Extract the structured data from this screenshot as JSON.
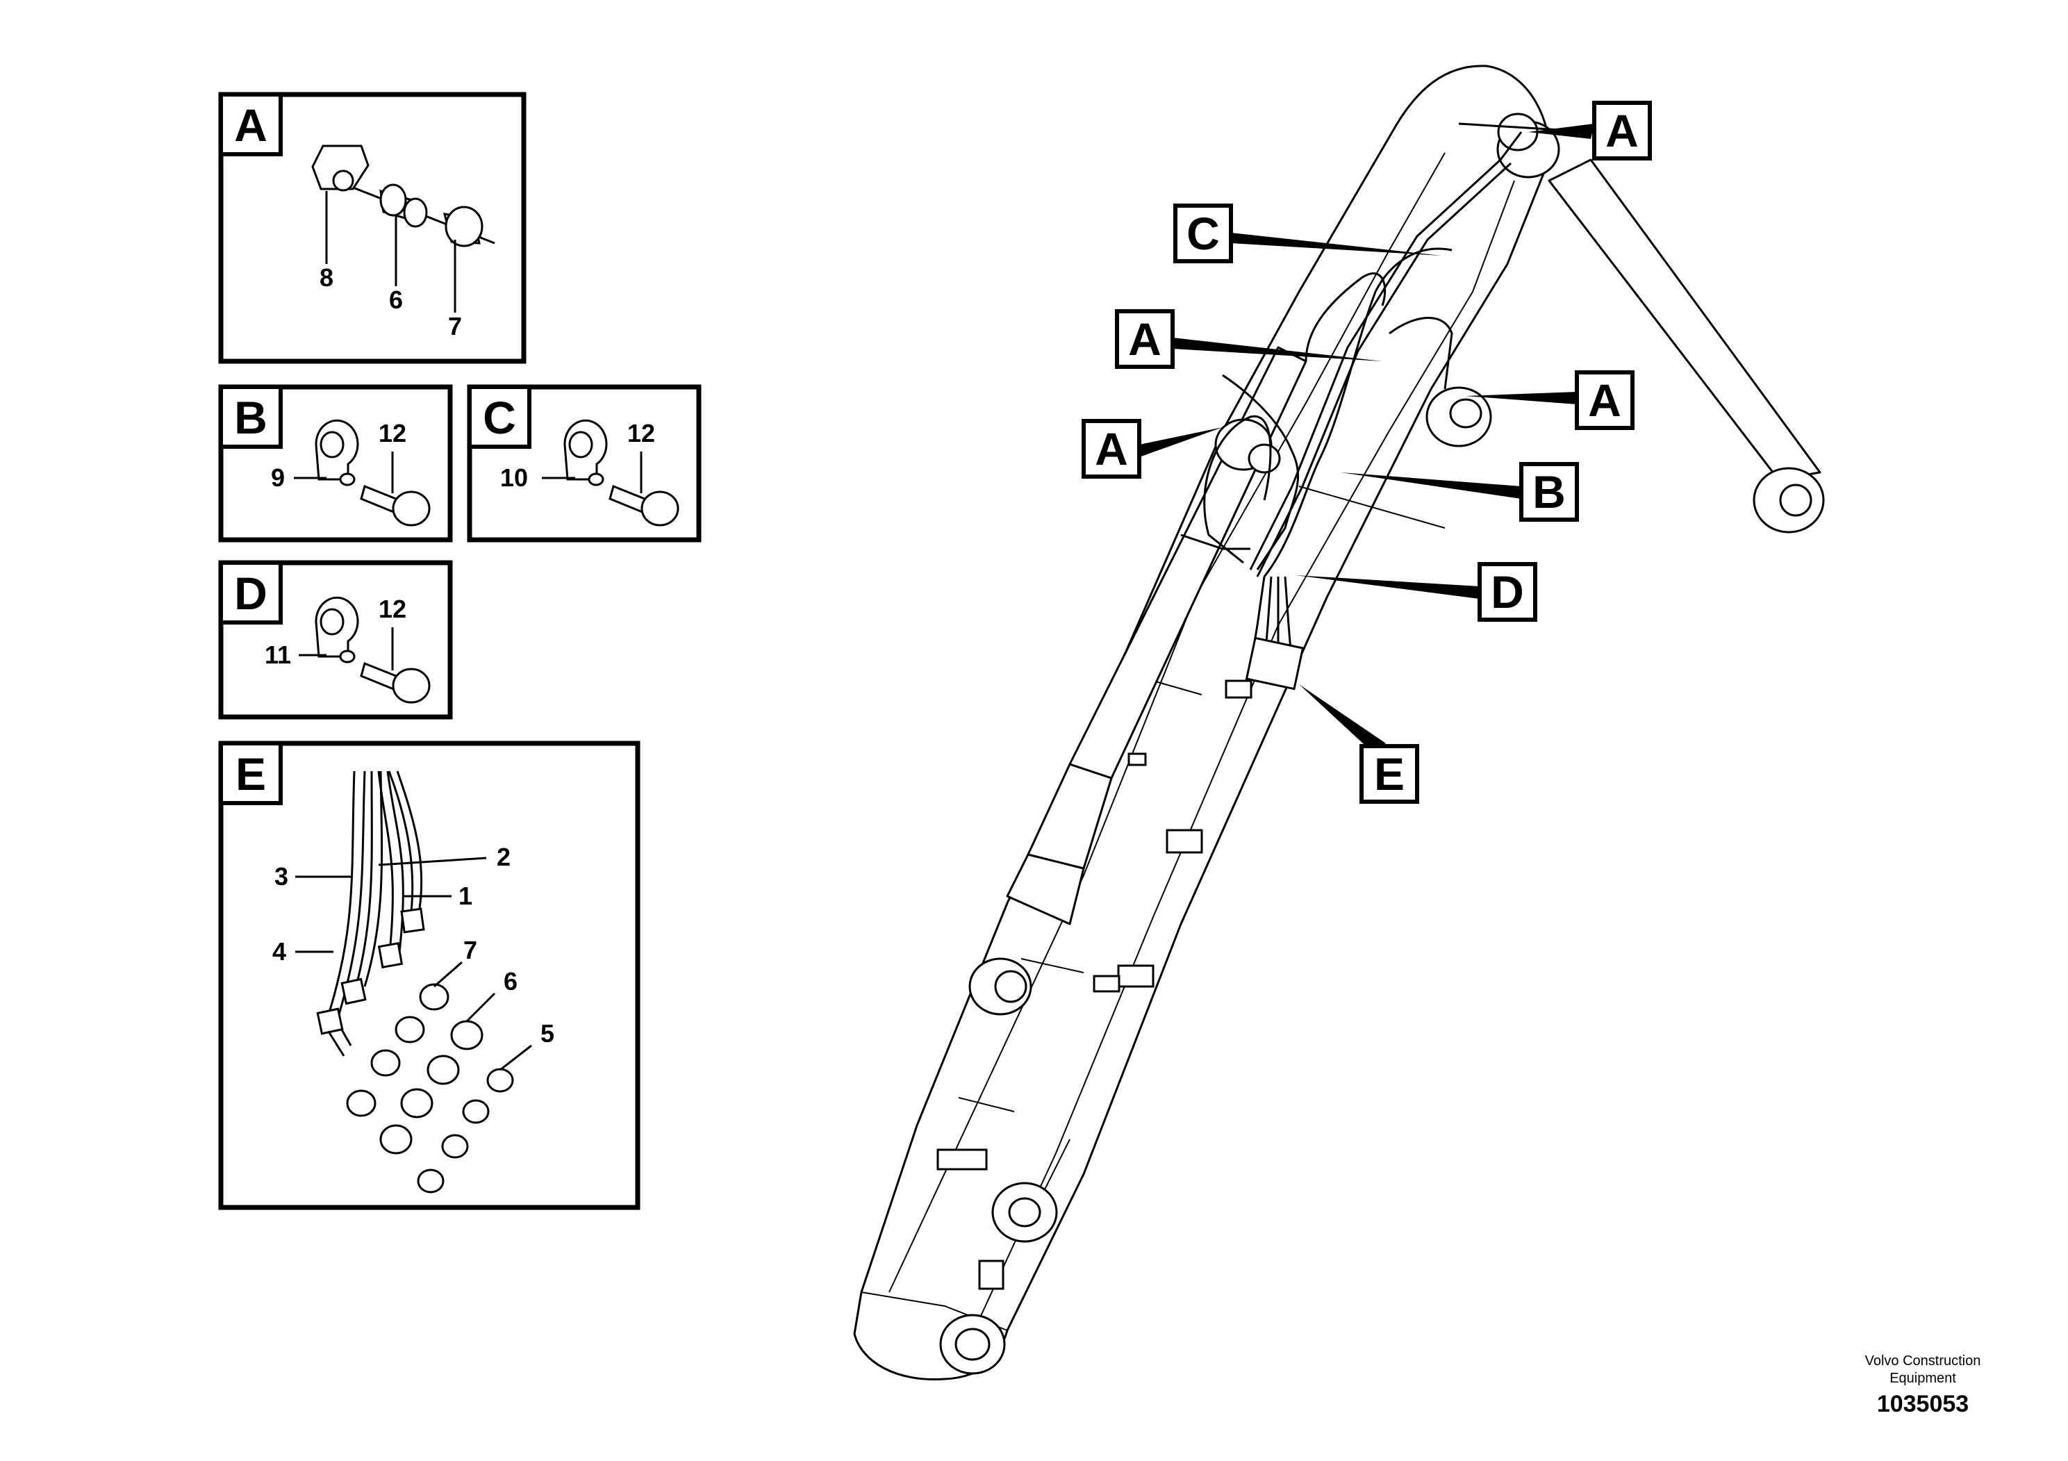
{
  "detail_boxes": {
    "A": {
      "label": "A",
      "callouts": [
        "8",
        "6",
        "7"
      ]
    },
    "B": {
      "label": "B",
      "callouts": [
        "9",
        "12"
      ]
    },
    "C": {
      "label": "C",
      "callouts": [
        "10",
        "12"
      ]
    },
    "D": {
      "label": "D",
      "callouts": [
        "11",
        "12"
      ]
    },
    "E": {
      "label": "E",
      "callouts": [
        "3",
        "2",
        "1",
        "4",
        "7",
        "6",
        "5"
      ]
    }
  },
  "boom_tags": [
    "A",
    "C",
    "A",
    "A",
    "A",
    "B",
    "D",
    "E"
  ],
  "footer": {
    "line1": "Volvo Construction",
    "line2": "Equipment",
    "number": "1035053"
  }
}
